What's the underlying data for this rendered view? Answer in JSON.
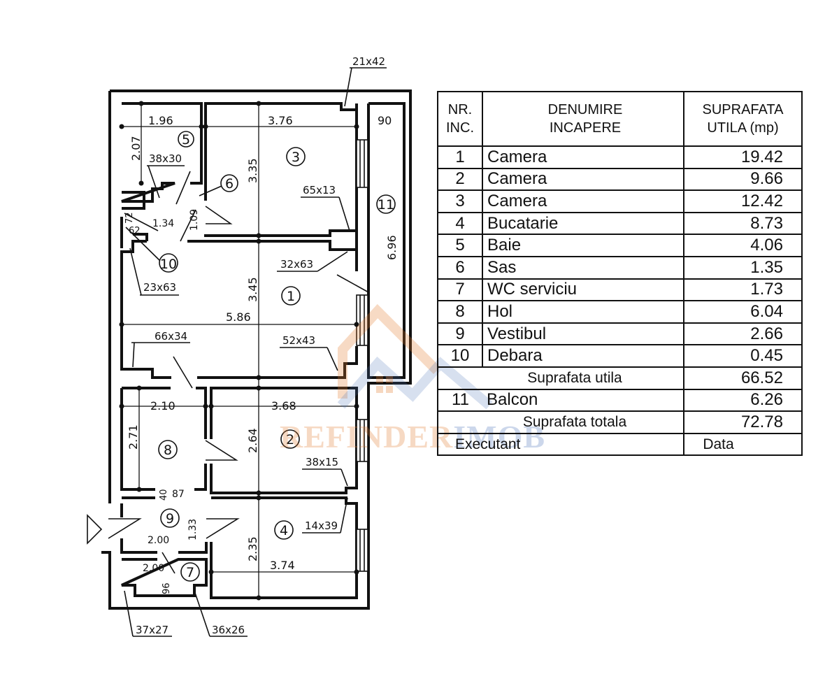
{
  "plan": {
    "rooms": [
      {
        "nr": "1",
        "label": "1"
      },
      {
        "nr": "2",
        "label": "2"
      },
      {
        "nr": "3",
        "label": "3"
      },
      {
        "nr": "4",
        "label": "4"
      },
      {
        "nr": "5",
        "label": "5"
      },
      {
        "nr": "6",
        "label": "6"
      },
      {
        "nr": "7",
        "label": "7"
      },
      {
        "nr": "8",
        "label": "8"
      },
      {
        "nr": "9",
        "label": "9"
      },
      {
        "nr": "10",
        "label": "10"
      },
      {
        "nr": "11",
        "label": "11"
      }
    ],
    "dimensions": {
      "r5_width": "1.96",
      "r5_height": "2.07",
      "r3_width": "3.76",
      "r3_height": "3.35",
      "r1_width": "5.86",
      "r1_height": "3.45",
      "r8_width": "2.10",
      "r8_height": "2.71",
      "r2_width": "3.68",
      "r2_height": "2.64",
      "r4_width": "3.74",
      "r4_height": "2.35",
      "r6_width": "1.09",
      "r10_a": "1.34",
      "r10_b": "72",
      "r10_c": "62",
      "r9_width": "2.00",
      "r9_height": "1.33",
      "r7_width": "2.00",
      "r7_depth": "96",
      "balcony_length": "6.96",
      "balcony_width": "90",
      "passage_a": "40",
      "passage_b": "87"
    },
    "openings": {
      "top_right": "21x42",
      "bath_door": "38x30",
      "r3_window": "65x13",
      "r1_top_right": "32x63",
      "r10_left": "23x63",
      "r1_left": "66x34",
      "r1_bottom_right": "52x43",
      "r2_window": "38x15",
      "r4_window": "14x39",
      "r7_left": "37x27",
      "r7_right": "36x26"
    }
  },
  "table": {
    "headers": {
      "nr_line1": "NR.",
      "nr_line2": "INC.",
      "name_line1": "DENUMIRE",
      "name_line2": "INCAPERE",
      "area_line1": "SUPRAFATA",
      "area_line2": "UTILA  (mp)"
    },
    "rows": [
      {
        "nr": "1",
        "name": "Camera",
        "area": "19.42"
      },
      {
        "nr": "2",
        "name": "Camera",
        "area": "9.66"
      },
      {
        "nr": "3",
        "name": "Camera",
        "area": "12.42"
      },
      {
        "nr": "4",
        "name": "Bucatarie",
        "area": "8.73"
      },
      {
        "nr": "5",
        "name": "Baie",
        "area": "4.06"
      },
      {
        "nr": "6",
        "name": "Sas",
        "area": "1.35"
      },
      {
        "nr": "7",
        "name": "WC serviciu",
        "area": "1.73"
      },
      {
        "nr": "8",
        "name": "Hol",
        "area": "6.04"
      },
      {
        "nr": "9",
        "name": "Vestibul",
        "area": "2.66"
      },
      {
        "nr": "10",
        "name": "Debara",
        "area": "0.45"
      }
    ],
    "useful_total": {
      "label": "Suprafata utila",
      "area": "66.52"
    },
    "balcony": {
      "nr": "11",
      "name": "Balcon",
      "area": "6.26"
    },
    "grand_total": {
      "label": "Suprafata totala",
      "area": "72.78"
    },
    "footer": {
      "executant": "Executant",
      "date": "Data"
    }
  },
  "watermark": {
    "part1": "REFINDER",
    "part2": "IMOB",
    "color1": "#e27a2c",
    "color2": "#4a73b8"
  }
}
